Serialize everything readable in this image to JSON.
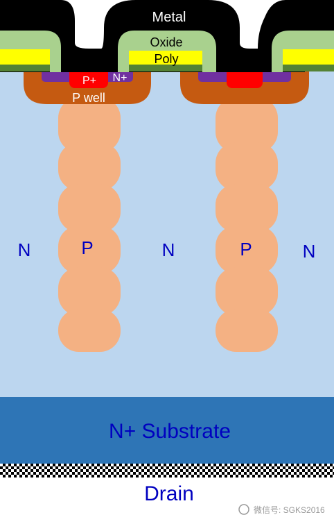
{
  "labels": {
    "metal": "Metal",
    "oxide": "Oxide",
    "poly": "Poly",
    "p_plus": "P+",
    "n_plus": "N+",
    "p_well": "P well",
    "p": "P",
    "n": "N",
    "substrate": "N+ Substrate",
    "drain": "Drain",
    "watermark": "微信号: SGKS2016"
  },
  "colors": {
    "n_drift": "#bcd6ef",
    "p_pillar": "#f4b183",
    "p_well": "#c55a11",
    "p_plus": "#ff0000",
    "n_plus": "#7030a0",
    "poly": "#ffff00",
    "gate_oxide_line": "#548235",
    "oxide": "#a9d18e",
    "metal": "#000000",
    "substrate": "#2e75b6",
    "text_dark_blue": "#0000c0",
    "text_white": "#ffffff"
  }
}
